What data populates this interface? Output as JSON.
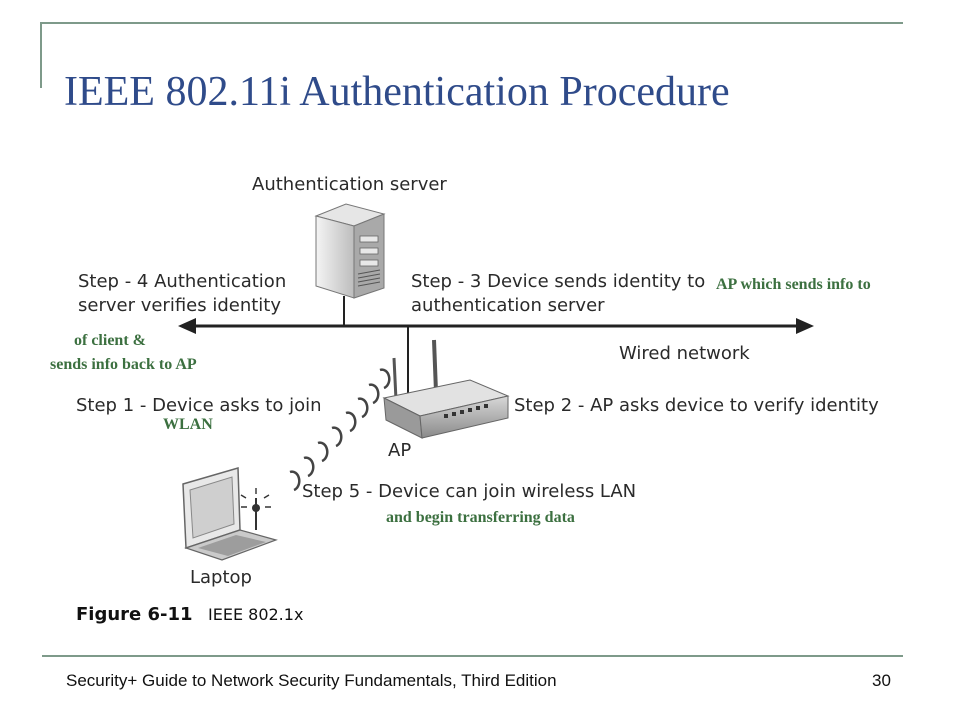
{
  "slide": {
    "title": "IEEE 802.11i Authentication Procedure",
    "footer": "Security+ Guide to Network Security Fundamentals, Third Edition",
    "page_number": "30"
  },
  "diagram": {
    "auth_server_label": "Authentication server",
    "step4_line1": "Step - 4 Authentication",
    "step4_line2": "server verifies identity",
    "step3_line1": "Step - 3 Device sends identity to",
    "step3_line2": "authentication server",
    "wired_network_label": "Wired network",
    "step1_label": "Step 1 - Device asks to join",
    "step2_label": "Step 2 - AP asks device to verify identity",
    "ap_label": "AP",
    "step5_label": "Step 5 - Device can join wireless LAN",
    "laptop_label": "Laptop",
    "figure_number": "Figure 6-11",
    "figure_caption": "IEEE 802.1x"
  },
  "annotations": {
    "step3_extra": "AP which sends info to",
    "step4_extra_line1": "of client &",
    "step4_extra_line2": "sends info back to AP",
    "step1_extra": "WLAN",
    "step5_extra": "and begin transferring data"
  },
  "colors": {
    "title": "#2f4b8a",
    "annotation": "#3c7040",
    "frame": "#7e9a8a"
  }
}
